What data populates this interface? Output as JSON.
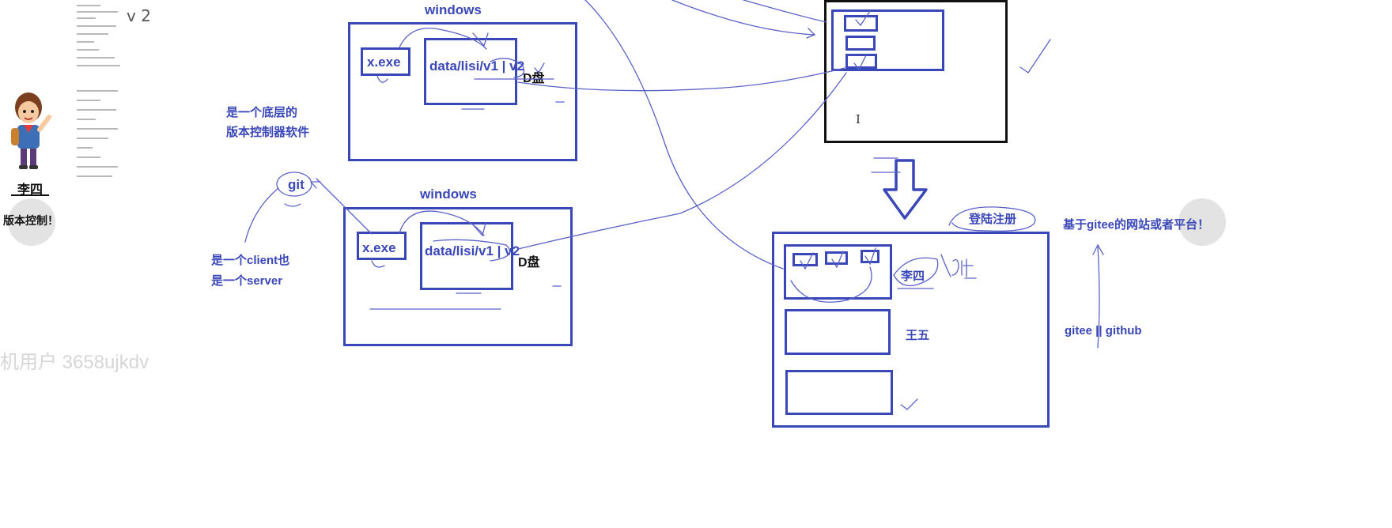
{
  "sidebar": {
    "presenter_name": "李四",
    "title": "版本控制！",
    "watermark": "机用户 3658ujkdv"
  },
  "diagram": {
    "top_window_label": "windows",
    "top_exe": "x.exe",
    "top_path": "data/lisi/v1 | v2",
    "top_drive": "D盘",
    "bottom_window_label": "windows",
    "bottom_exe": "x.exe",
    "bottom_path": "data/lisi/v1 | v2",
    "bottom_drive": "D盘",
    "git_label": "git",
    "git_desc_line1": "是一个底层的",
    "git_desc_line2": "版本控制器软件",
    "client_server_line1": "是一个client也",
    "client_server_line2": "是一个server",
    "login_label": "登陆注册",
    "platform_label": "基于gitee的网站或者平台！",
    "gitee_github_label": "gitee || github",
    "user_lisi": "李四",
    "user_wangwu": "王五",
    "cursor_glyph": "I",
    "thumb_annotation": "v 2"
  },
  "colors": {
    "ink_blue": "#3a47b8",
    "ink_black": "#111111",
    "pen_stroke": "#5a62c8"
  }
}
